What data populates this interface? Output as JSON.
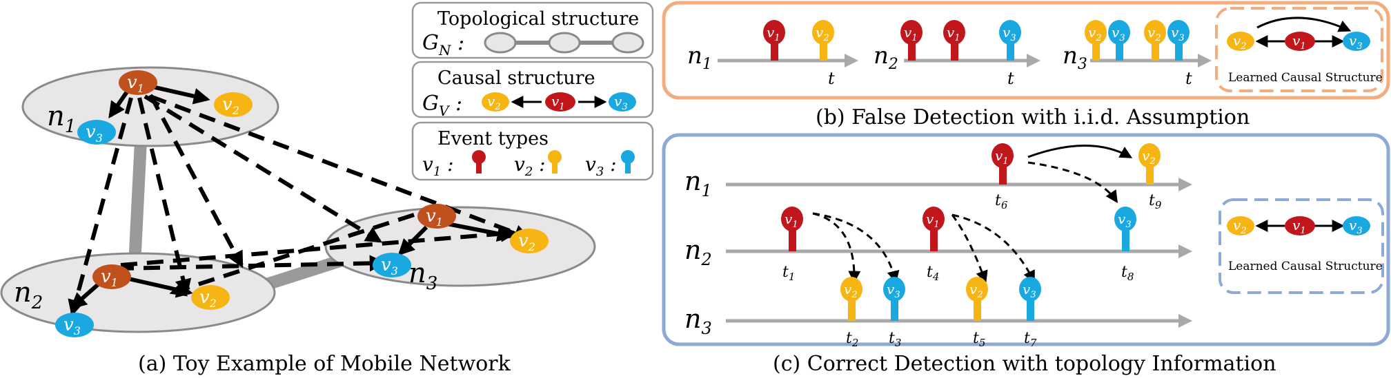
{
  "colors": {
    "v1_node": "#c0501c",
    "v1_pin": "#c0161c",
    "v2": "#f7b514",
    "v3": "#1aa8e0",
    "ellipse_fill": "#e8e6e6",
    "gray": "#a8a8a8",
    "orange_border": "#f3ac7e",
    "blue_border": "#8ea9d6"
  },
  "labels": {
    "v1": "v",
    "v1_sub": "1",
    "v2": "v",
    "v2_sub": "2",
    "v3": "v",
    "v3_sub": "3",
    "n": "n",
    "n1_sub": "1",
    "n2_sub": "2",
    "n3_sub": "3",
    "t": "t"
  },
  "legend": {
    "topo_title": "Topological structure",
    "topo_sym": "G",
    "topo_sub": "N",
    "causal_title": "Causal structure",
    "causal_sym": "G",
    "causal_sub": "V",
    "event_title": "Event types"
  },
  "panel_b": {
    "learned_label": "Learned Causal Structure",
    "caption": "(b) False Detection with i.i.d. Assumption"
  },
  "panel_c": {
    "learned_label": "Learned Causal Structure",
    "caption": "(c) Correct Detection with topology Information",
    "time_subs": [
      "1",
      "2",
      "3",
      "4",
      "5",
      "6",
      "7",
      "8",
      "9"
    ]
  },
  "panel_a": {
    "caption": "(a) Toy Example of Mobile Network"
  }
}
